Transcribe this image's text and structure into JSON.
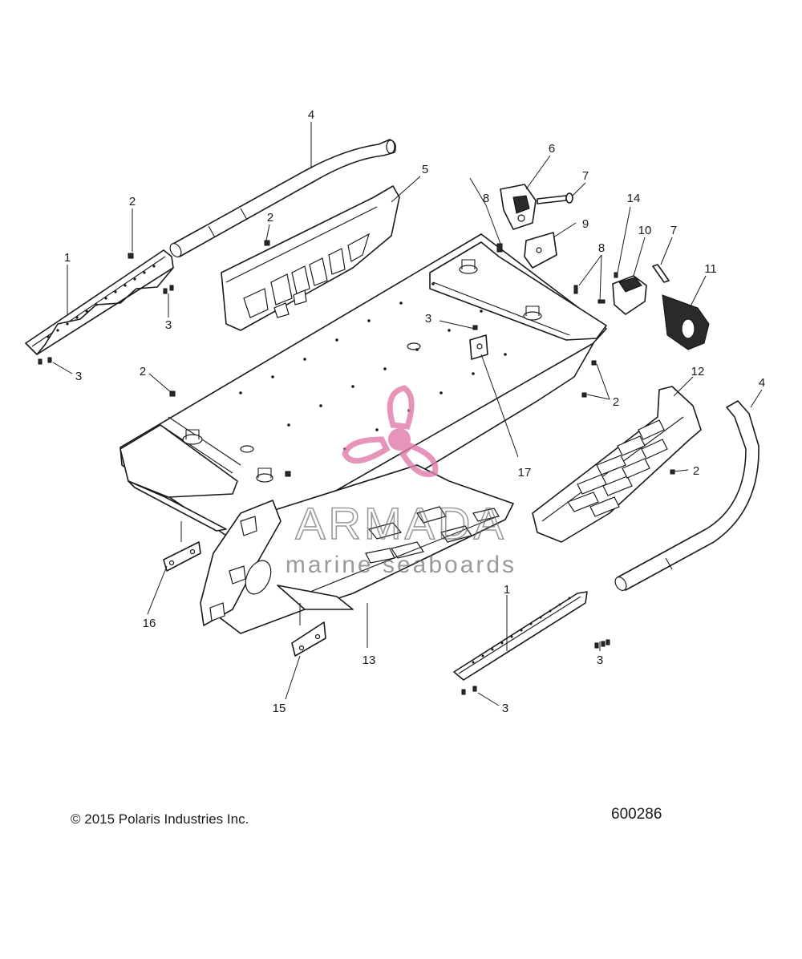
{
  "copyright": "© 2015 Polaris Industries Inc.",
  "figure_number": "600286",
  "watermark": {
    "brand": "ARMADA",
    "tagline": "marine seaboards",
    "logo_color": "#e07aa8"
  },
  "callouts": [
    {
      "id": "c4a",
      "label": "4"
    },
    {
      "id": "c5",
      "label": "5"
    },
    {
      "id": "c2a",
      "label": "2"
    },
    {
      "id": "c2b",
      "label": "2"
    },
    {
      "id": "c1a",
      "label": "1"
    },
    {
      "id": "c3a",
      "label": "3"
    },
    {
      "id": "c3b",
      "label": "3"
    },
    {
      "id": "c6",
      "label": "6"
    },
    {
      "id": "c7a",
      "label": "7"
    },
    {
      "id": "c8a",
      "label": "8"
    },
    {
      "id": "c9",
      "label": "9"
    },
    {
      "id": "c14",
      "label": "14"
    },
    {
      "id": "c10",
      "label": "10"
    },
    {
      "id": "c7b",
      "label": "7"
    },
    {
      "id": "c8b",
      "label": "8"
    },
    {
      "id": "c11",
      "label": "11"
    },
    {
      "id": "c3c",
      "label": "3"
    },
    {
      "id": "c2c",
      "label": "2"
    },
    {
      "id": "c2d",
      "label": "2"
    },
    {
      "id": "c12",
      "label": "12"
    },
    {
      "id": "c4b",
      "label": "4"
    },
    {
      "id": "c2e",
      "label": "2"
    },
    {
      "id": "c17",
      "label": "17"
    },
    {
      "id": "c16",
      "label": "16"
    },
    {
      "id": "c1b",
      "label": "1"
    },
    {
      "id": "c13",
      "label": "13"
    },
    {
      "id": "c3d",
      "label": "3"
    },
    {
      "id": "c15",
      "label": "15"
    },
    {
      "id": "c3e",
      "label": "3"
    }
  ]
}
